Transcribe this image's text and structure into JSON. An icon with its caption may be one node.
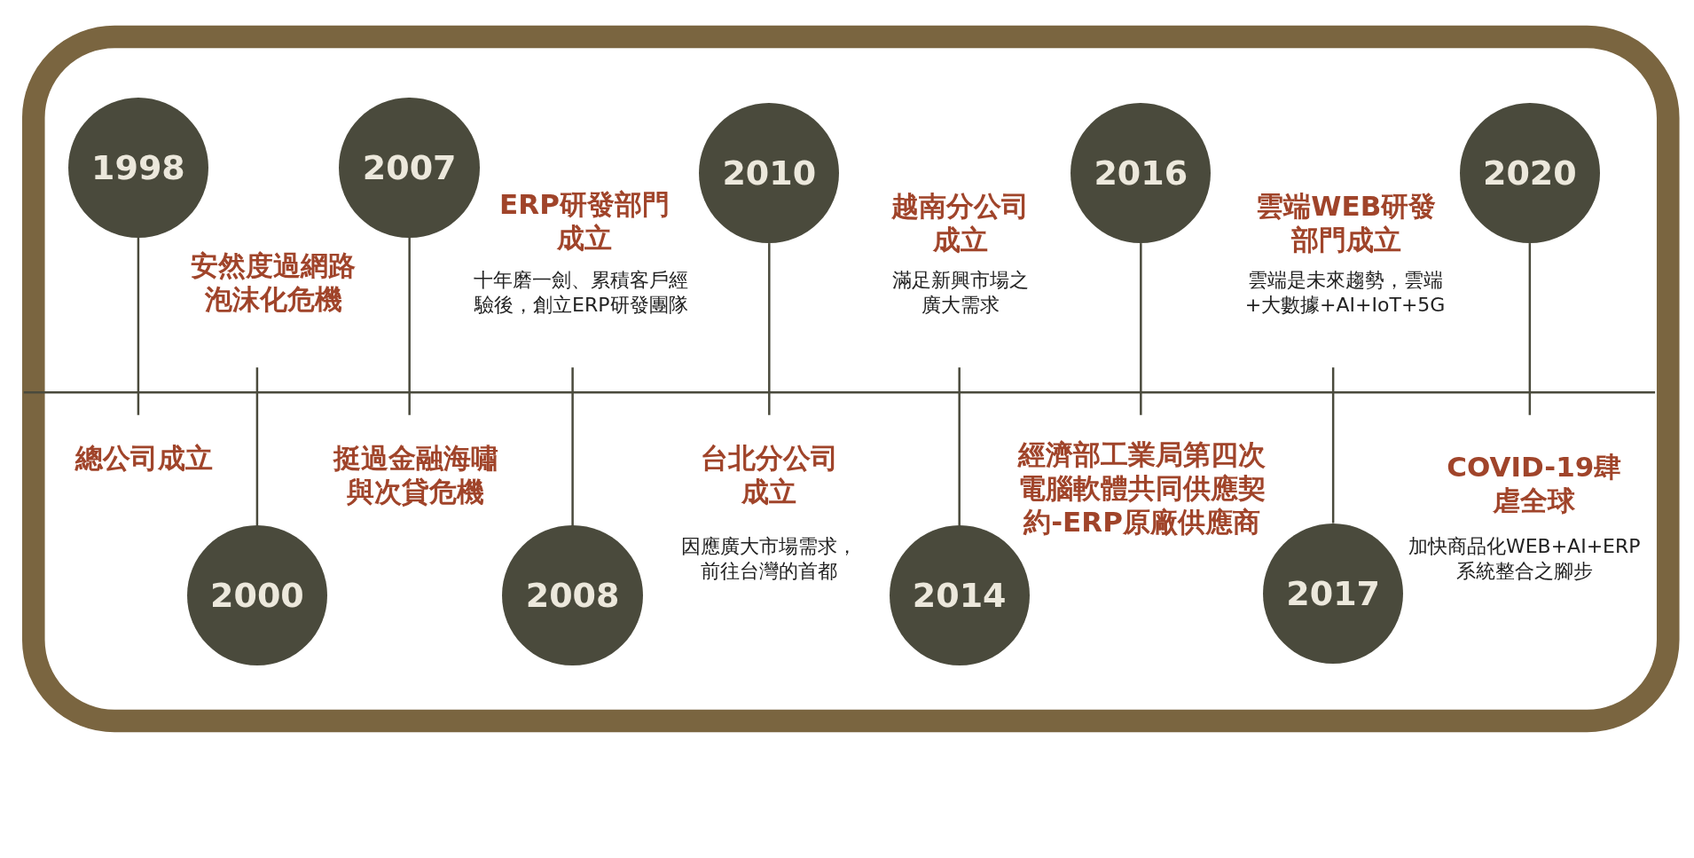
{
  "diagram": {
    "nodes": [
      {
        "text": [
          "1998"
        ]
      },
      {
        "text": [
          "2000"
        ]
      },
      {
        "text": [
          "2007"
        ]
      },
      {
        "text": [
          "2008"
        ]
      },
      {
        "text": [
          "2010"
        ]
      },
      {
        "text": [
          "2014"
        ]
      },
      {
        "text": [
          "2016"
        ]
      },
      {
        "text": [
          "2017"
        ]
      },
      {
        "text": [
          "2020"
        ]
      }
    ],
    "labels": [
      "安然度過網路泡沫化危機",
      "ERP研發部門成立",
      "十年磨一劍、累積客戶經驗後，創立ERP研發團隊",
      "越南分公司成立",
      "滿足新興市場之廣大需求",
      "雲端WEB研發部門成立",
      "雲端是未來趨勢，雲端+大數據+AI+IoT+5G",
      "總公司成立",
      "挺過金融海嘯與次貸危機",
      "台北分公司成立",
      "經濟部工業局第四次電腦軟體共同供應契約-ERP原廠供應商",
      "COVID-19肆虐全球",
      "因應廣大市場需求，前往台灣的首都",
      "加快商品化WEB+AI+ERP系統整合之腳步"
    ]
  }
}
